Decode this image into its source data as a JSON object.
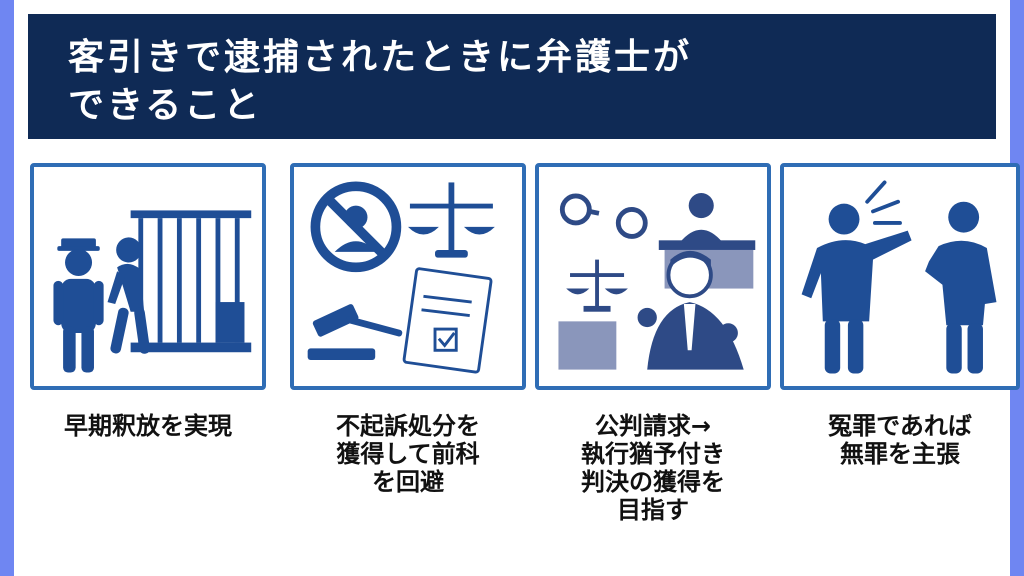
{
  "title": {
    "line1": "客引きで逮捕されたときに弁護士が",
    "line2": "できること"
  },
  "panels": [
    {
      "icon": "police-and-jail-icon",
      "caption_lines": [
        "早期釈放を実現"
      ]
    },
    {
      "icon": "no-prosecution-icon",
      "caption_lines": [
        "不起訴処分を",
        "獲得して前科",
        "を回避"
      ]
    },
    {
      "icon": "courtroom-icon",
      "caption_lines": [
        "公判請求→",
        "執行猶予付き",
        "判決の獲得を",
        "目指す"
      ]
    },
    {
      "icon": "false-accusation-icon",
      "caption_lines": [
        "冤罪であれば",
        "無罪を主張"
      ]
    }
  ],
  "colors": {
    "background": "#6f86f2",
    "title_bar": "#0f2a55",
    "icon_blue": "#1f4e96",
    "border": "#2f6db5",
    "text": "#111111"
  }
}
